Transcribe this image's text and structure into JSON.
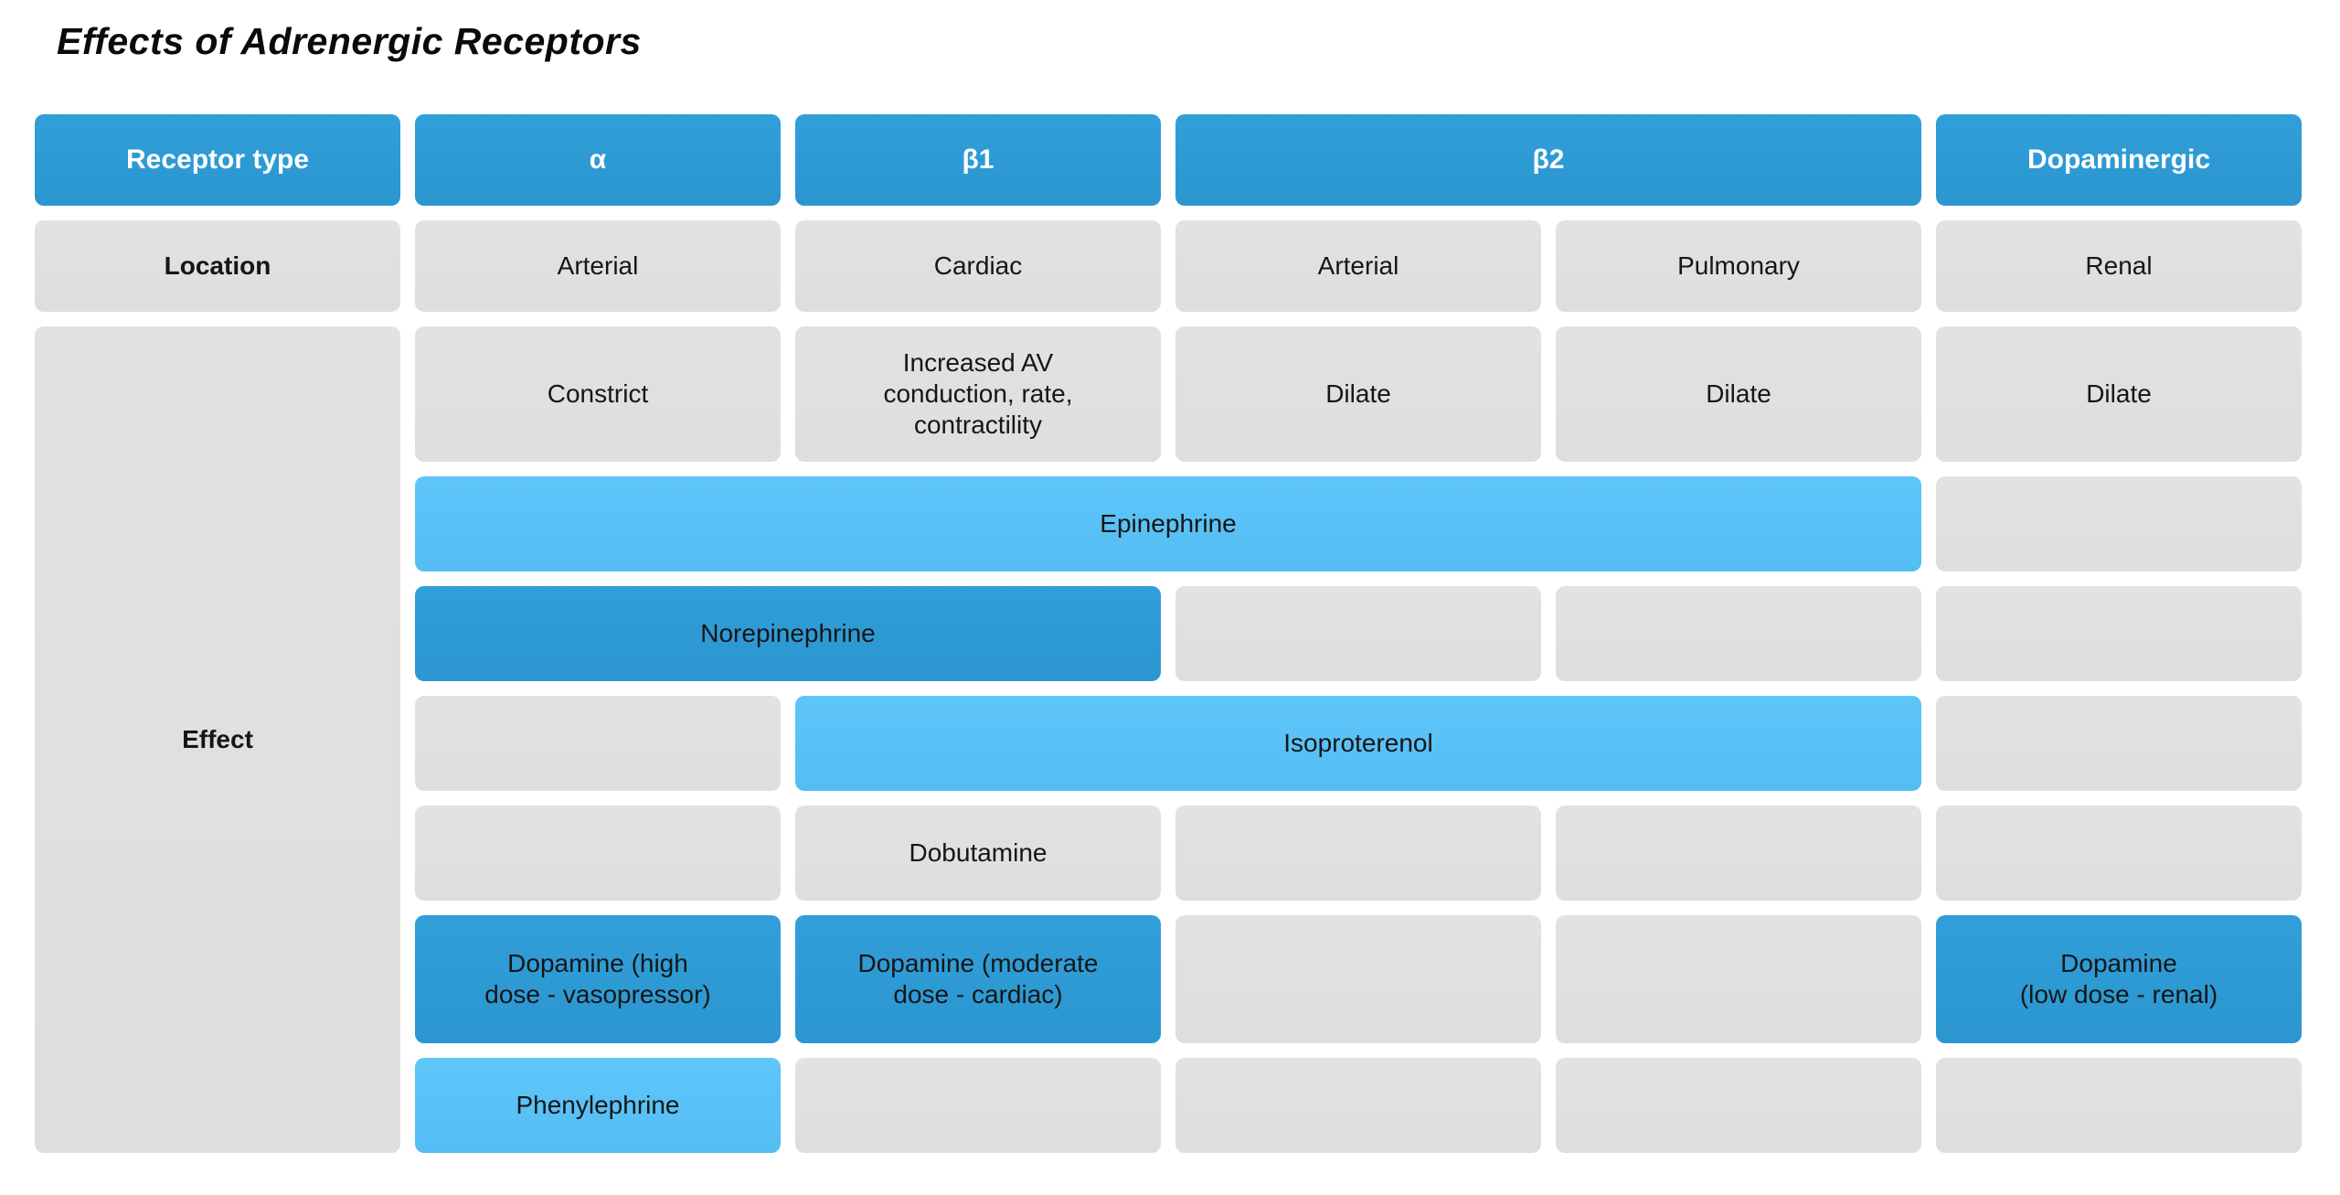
{
  "title": "Effects of Adrenergic Receptors",
  "colors": {
    "header_blue": "#2E9BD5",
    "drug_dark_blue": "#2E9BD5",
    "drug_light_blue": "#5BC2F7",
    "empty_gray": "#E0E0E0",
    "header_text": "#FFFFFF",
    "body_text": "#161616",
    "background": "#FFFFFF"
  },
  "table": {
    "corner_label": "Receptor type",
    "receptor_columns": [
      {
        "label": "α",
        "span": 1
      },
      {
        "label": "β1",
        "span": 1
      },
      {
        "label": "β2",
        "span": 2
      },
      {
        "label": "Dopaminergic",
        "span": 1
      }
    ],
    "location_label": "Location",
    "locations": [
      "Arterial",
      "Cardiac",
      "Arterial",
      "Pulmonary",
      "Renal"
    ],
    "effect_label": "Effect",
    "effect_rows": [
      {
        "cells": [
          {
            "text": "Constrict",
            "style": "gray",
            "col": 1,
            "span": 1
          },
          {
            "text": "Increased AV\nconduction, rate,\ncontractility",
            "style": "gray",
            "col": 2,
            "span": 1
          },
          {
            "text": "Dilate",
            "style": "gray",
            "col": 3,
            "span": 1
          },
          {
            "text": "Dilate",
            "style": "gray",
            "col": 4,
            "span": 1
          },
          {
            "text": "Dilate",
            "style": "gray",
            "col": 5,
            "span": 1
          }
        ]
      },
      {
        "cells": [
          {
            "text": "Epinephrine",
            "style": "light",
            "col": 1,
            "span": 4
          },
          {
            "text": "",
            "style": "gray",
            "col": 5,
            "span": 1
          }
        ]
      },
      {
        "cells": [
          {
            "text": "Norepinephrine",
            "style": "dark",
            "col": 1,
            "span": 2
          },
          {
            "text": "",
            "style": "gray",
            "col": 3,
            "span": 1
          },
          {
            "text": "",
            "style": "gray",
            "col": 4,
            "span": 1
          },
          {
            "text": "",
            "style": "gray",
            "col": 5,
            "span": 1
          }
        ]
      },
      {
        "cells": [
          {
            "text": "",
            "style": "gray",
            "col": 1,
            "span": 1
          },
          {
            "text": "Isoproterenol",
            "style": "light",
            "col": 2,
            "span": 3
          },
          {
            "text": "",
            "style": "gray",
            "col": 5,
            "span": 1
          }
        ]
      },
      {
        "cells": [
          {
            "text": "",
            "style": "gray",
            "col": 1,
            "span": 1
          },
          {
            "text": "Dobutamine",
            "style": "gray",
            "col": 2,
            "span": 1
          },
          {
            "text": "",
            "style": "gray",
            "col": 3,
            "span": 1
          },
          {
            "text": "",
            "style": "gray",
            "col": 4,
            "span": 1
          },
          {
            "text": "",
            "style": "gray",
            "col": 5,
            "span": 1
          }
        ]
      },
      {
        "cells": [
          {
            "text": "Dopamine (high\ndose - vasopressor)",
            "style": "dark",
            "col": 1,
            "span": 1
          },
          {
            "text": "Dopamine (moderate\ndose - cardiac)",
            "style": "dark",
            "col": 2,
            "span": 1
          },
          {
            "text": "",
            "style": "gray",
            "col": 3,
            "span": 1
          },
          {
            "text": "",
            "style": "gray",
            "col": 4,
            "span": 1
          },
          {
            "text": "Dopamine\n(low dose - renal)",
            "style": "dark",
            "col": 5,
            "span": 1
          }
        ]
      },
      {
        "cells": [
          {
            "text": "Phenylephrine",
            "style": "light",
            "col": 1,
            "span": 1
          },
          {
            "text": "",
            "style": "gray",
            "col": 2,
            "span": 1
          },
          {
            "text": "",
            "style": "gray",
            "col": 3,
            "span": 1
          },
          {
            "text": "",
            "style": "gray",
            "col": 4,
            "span": 1
          },
          {
            "text": "",
            "style": "gray",
            "col": 5,
            "span": 1
          }
        ]
      }
    ]
  }
}
